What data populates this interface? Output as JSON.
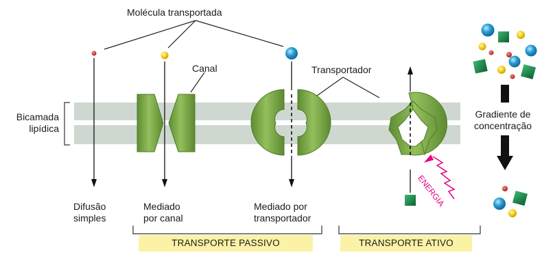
{
  "labels": {
    "transported_molecule": "Molécula transportada",
    "channel": "Canal",
    "transporter": "Transportador",
    "bilayer_line1": "Bicamada",
    "bilayer_line2": "lipídica",
    "gradient_line1": "Gradiente de",
    "gradient_line2": "concentração",
    "simple_diffusion_line1": "Difusão",
    "simple_diffusion_line2": "simples",
    "channel_mediated_line1": "Mediado",
    "channel_mediated_line2": "por canal",
    "transporter_mediated_line1": "Mediado por",
    "transporter_mediated_line2": "transportador",
    "energy": "ENERGIA"
  },
  "bands": {
    "passive": "TRANSPORTE PASSIVO",
    "active": "TRANSPORTE ATIVO"
  },
  "colors": {
    "membrane": "#cfd8d0",
    "protein_green": "#7ba84a",
    "small_molecule_red": "#c0272d",
    "molecule_yellow": "#f5d21c",
    "molecule_blue": "#2a9fd6",
    "molecule_green": "#12874a",
    "energy_magenta": "#e6007e",
    "band_yellow": "#fbf2a6"
  }
}
